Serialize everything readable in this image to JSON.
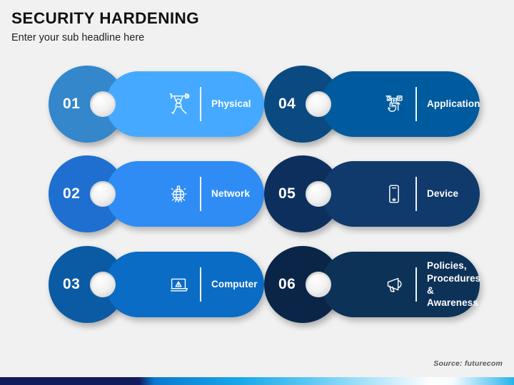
{
  "header": {
    "title": "SECURITY HARDENING",
    "subtitle": "Enter your sub headline here"
  },
  "footer": {
    "source": "Source: futurecom"
  },
  "colors": {
    "background": "#f1f1f1",
    "title_text": "#111111",
    "source_text": "#59595b",
    "bar_navy": "#101c5c",
    "bar_blue": "#16a6e8",
    "bar_light": "#5cc8f2",
    "bar_white": "#ffffff"
  },
  "items": [
    {
      "number": "01",
      "label": "Physical",
      "icon": "weightlifter-icon",
      "circle_color": "#3387ca",
      "pill_color": "#45aaff"
    },
    {
      "number": "02",
      "label": "Network",
      "icon": "network-globe-icon",
      "circle_color": "#1f6fd0",
      "pill_color": "#2f8cf5"
    },
    {
      "number": "03",
      "label": "Computer",
      "icon": "laptop-warning-icon",
      "circle_color": "#0b5ba4",
      "pill_color": "#0a6cc4"
    },
    {
      "number": "04",
      "label": "Application",
      "icon": "app-tap-icon",
      "circle_color": "#0b4a80",
      "pill_color": "#005a9e"
    },
    {
      "number": "05",
      "label": "Device",
      "icon": "smartphone-icon",
      "circle_color": "#0d2f5e",
      "pill_color": "#103a6b"
    },
    {
      "number": "06",
      "label": "Policies,\nProcedures &\nAwareness",
      "icon": "megaphone-icon",
      "circle_color": "#0a2547",
      "pill_color": "#0d3258"
    }
  ]
}
